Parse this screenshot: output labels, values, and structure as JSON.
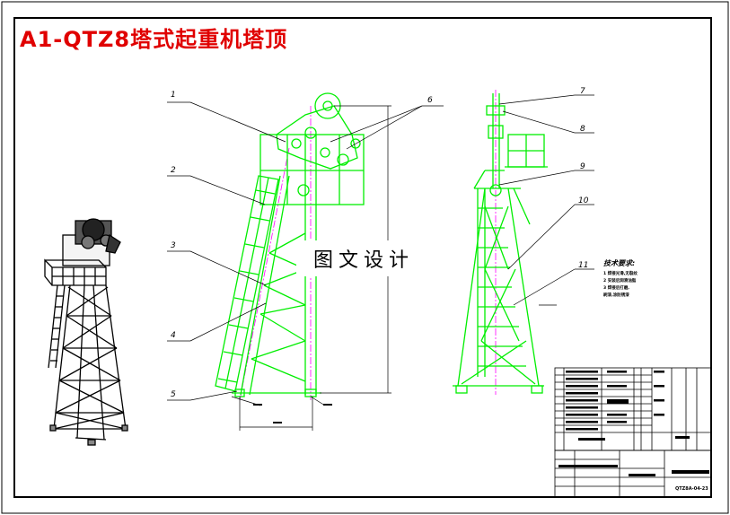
{
  "title": "A1-QTZ8塔式起重机塔顶",
  "watermark": "图文设计",
  "colors": {
    "title": "#e00000",
    "part": "#00ee00",
    "centerline": "#ff00ff",
    "line": "#000000",
    "background": "#ffffff"
  },
  "callouts": [
    "1",
    "2",
    "3",
    "4",
    "5",
    "6",
    "7",
    "8",
    "9",
    "10",
    "11"
  ],
  "tech_notes": {
    "title": "技术要求:",
    "items": [
      "1  焊接光滑,无裂纹",
      "2  安装后润滑油脂",
      "3  焊接后打磨,",
      "   刷漆,涂防锈漆"
    ]
  },
  "drawing_number": "QTZ8A-04-23"
}
